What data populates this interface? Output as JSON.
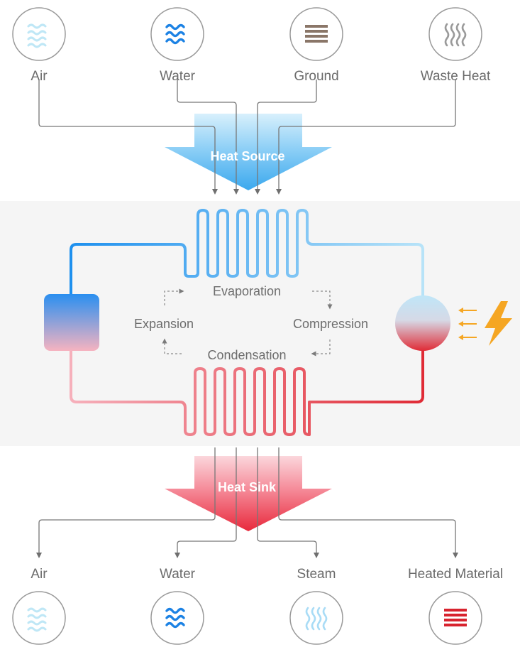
{
  "sources": {
    "labels": [
      "Air",
      "Water",
      "Ground",
      "Waste Heat"
    ],
    "icons": [
      "air-waves-icon",
      "water-waves-icon",
      "ground-layers-icon",
      "waste-heat-icon"
    ]
  },
  "heat_source": {
    "label": "Heat Source",
    "color": "#4db6f2"
  },
  "cycle": {
    "evaporation": "Evaporation",
    "compression": "Compression",
    "condensation": "Condensation",
    "expansion": "Expansion"
  },
  "heat_sink": {
    "label": "Heat Sink",
    "color": "#ef4458"
  },
  "sinks": {
    "labels": [
      "Air",
      "Water",
      "Steam",
      "Heated Material"
    ],
    "icons": [
      "air-waves-icon",
      "water-waves-icon",
      "steam-icon",
      "heated-material-icon"
    ]
  },
  "colors": {
    "cold": "#1e90ee",
    "cold_light": "#a9dcf6",
    "hot": "#e02b36",
    "hot_light": "#f4aab6",
    "band": "#f5f5f5",
    "line": "#777777",
    "energy": "#f5a623"
  }
}
